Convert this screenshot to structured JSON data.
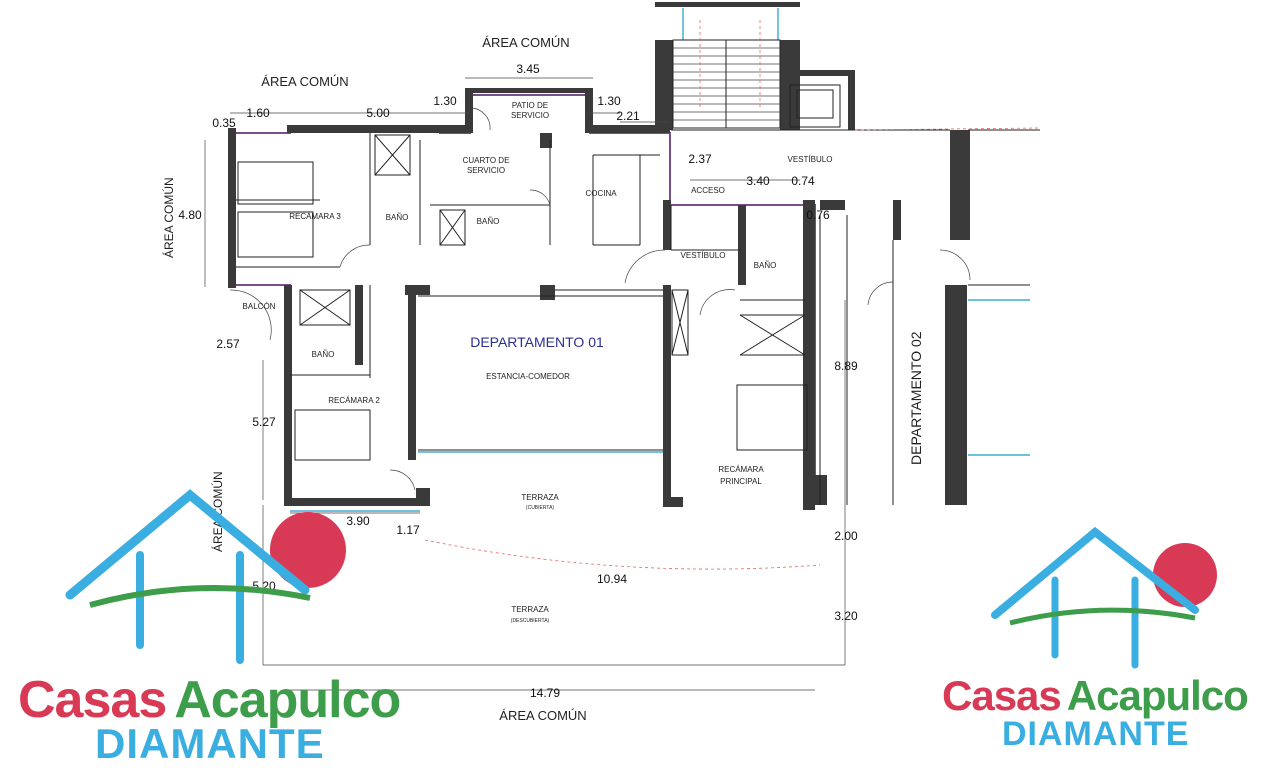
{
  "plan": {
    "areas": {
      "area_comun_top": "ÁREA COMÚN",
      "area_comun_top_left": "ÁREA COMÚN",
      "area_comun_left": "ÁREA COMÚN",
      "area_comun_left_low": "ÁREA COMÚN",
      "area_comun_bottom": "ÁREA COMÚN"
    },
    "dimensions": {
      "d345": "3.45",
      "d160": "1.60",
      "d500": "5.00",
      "d130a": "1.30",
      "d130b": "1.30",
      "d221": "2.21",
      "d035": "0.35",
      "d480": "4.80",
      "d237": "2.37",
      "d340": "3.40",
      "d074": "0.74",
      "d076": "0.76",
      "d257": "2.57",
      "d527": "5.27",
      "d889": "8.89",
      "d390": "3.90",
      "d117": "1.17",
      "d200": "2.00",
      "d1094": "10.94",
      "d520": "5.20",
      "d320": "3.20",
      "d1479": "14.79"
    },
    "rooms": {
      "patio": "PATIO DE",
      "patio2": "SERVICIO",
      "cuarto": "CUARTO DE",
      "cuarto2": "SERVICIO",
      "cocina": "COCINA",
      "recamara3": "RECÁMARA 3",
      "bano1": "BAÑO",
      "bano2": "BAÑO",
      "bano3": "BAÑO",
      "bano4": "BAÑO",
      "vestibulo_top": "VESTÍBULO",
      "acceso": "ACCESO",
      "vestibulo": "VESTÍBULO",
      "balcon": "BALCÓN",
      "recamara2": "RECÁMARA 2",
      "departamento01": "DEPARTAMENTO 01",
      "estancia": "ESTANCIA-COMEDOR",
      "recamara_principal": "RECÁMARA",
      "recamara_principal2": "PRINCIPAL",
      "departamento02": "DEPARTAMENTO 02",
      "terraza1": "TERRAZA",
      "terraza1_sub": "(CUBIERTA)",
      "terraza2": "TERRAZA",
      "terraza2_sub": "(DESCUBIERTA)"
    }
  },
  "logo_left": {
    "word1": "Casas",
    "word2": "Acapulco",
    "word3": "Diamante"
  },
  "logo_right": {
    "word1": "Casas",
    "word2": "Acapulco",
    "word3": "Diamante"
  },
  "colors": {
    "red": "#d83a55",
    "green": "#3e9d4a",
    "blue": "#3aaee0",
    "wall": "#3a3a3a",
    "purple": "#7a4f8e"
  }
}
